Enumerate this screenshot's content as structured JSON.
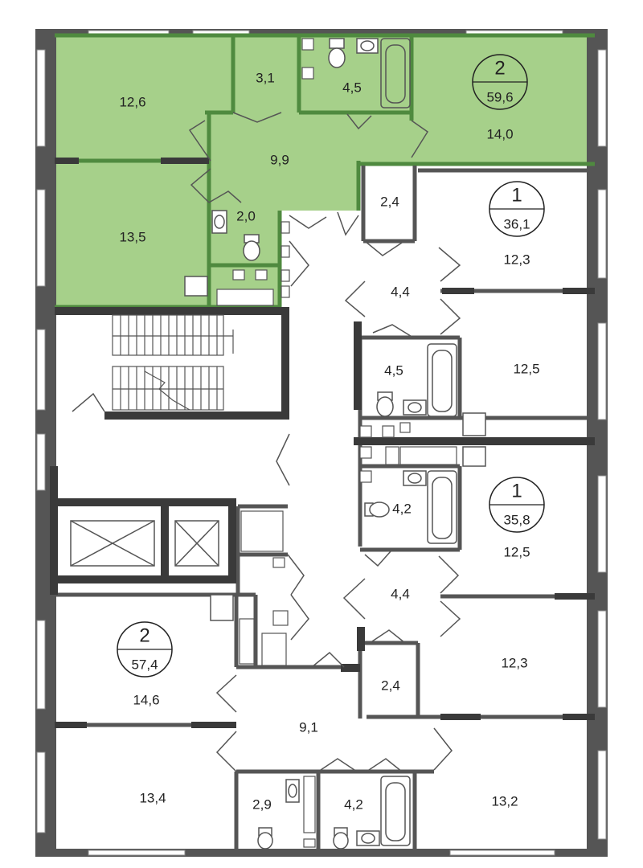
{
  "colors": {
    "wall": "#555555",
    "wall_dark": "#3a3a3a",
    "highlight_fill": "#a6d08a",
    "highlight_wall": "#4f8a3f",
    "window": "#ffffff",
    "fixture": "#555555"
  },
  "apartments": {
    "apt_top_left": {
      "rooms": "2",
      "area": "59,6"
    },
    "apt_right_upper": {
      "rooms": "1",
      "area": "36,1"
    },
    "apt_right_lower": {
      "rooms": "1",
      "area": "35,8"
    },
    "apt_bottom_left": {
      "rooms": "2",
      "area": "57,4"
    }
  },
  "rooms": {
    "r_12_6": "12,6",
    "r_3_1": "3,1",
    "r_4_5_top": "4,5",
    "r_14_0": "14,0",
    "r_9_9": "9,9",
    "r_13_5": "13,5",
    "r_2_0": "2,0",
    "r_2_4_top": "2,4",
    "r_12_3_top": "12,3",
    "r_4_4_top": "4,4",
    "r_4_5_mid": "4,5",
    "r_12_5_top": "12,5",
    "r_4_2_mid": "4,2",
    "r_12_5_bottom": "12,5",
    "r_4_4_bottom": "4,4",
    "r_12_3_bottom": "12,3",
    "r_2_4_bottom": "2,4",
    "r_14_6": "14,6",
    "r_9_1": "9,1",
    "r_13_4": "13,4",
    "r_2_9": "2,9",
    "r_4_2_bottom": "4,2",
    "r_13_2": "13,2"
  },
  "icons": [
    "toilet-icon",
    "sink-icon",
    "bathtub-icon",
    "elevator-icon",
    "staircase-icon",
    "door-icon",
    "window-icon"
  ]
}
